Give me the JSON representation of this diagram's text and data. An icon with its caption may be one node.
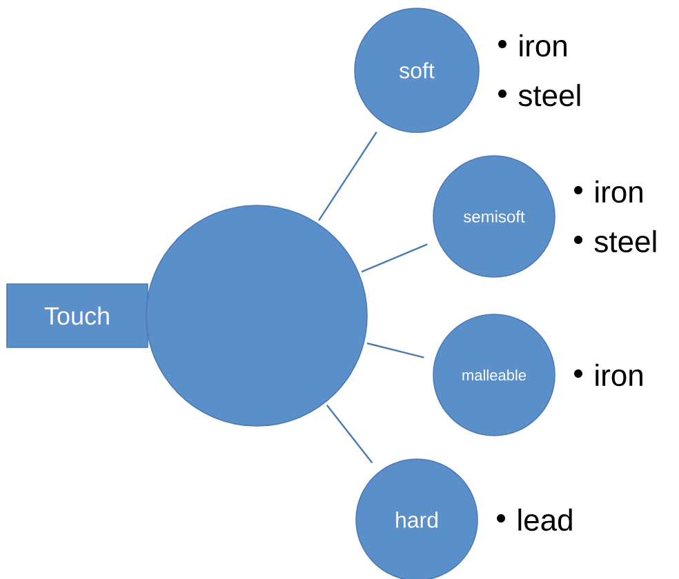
{
  "diagram": {
    "nodes": [
      {
        "text": [
          "Touch"
        ]
      },
      {
        "text": [],
        "shape": "circle"
      },
      {
        "text": [
          "soft"
        ],
        "beside": [
          "iron",
          "steel"
        ]
      },
      {
        "text": [
          "semisoft"
        ],
        "beside": [
          "iron",
          "steel"
        ]
      },
      {
        "text": [
          "malleable"
        ],
        "beside": [
          "iron"
        ]
      },
      {
        "text": [
          "hard"
        ],
        "beside": [
          "lead"
        ]
      }
    ],
    "edges": [
      {
        "from": 1,
        "to": 2,
        "arrow": "none"
      },
      {
        "from": 1,
        "to": 3,
        "arrow": "none"
      },
      {
        "from": 1,
        "to": 4,
        "arrow": "none"
      },
      {
        "from": 1,
        "to": 5,
        "arrow": "none"
      }
    ]
  }
}
